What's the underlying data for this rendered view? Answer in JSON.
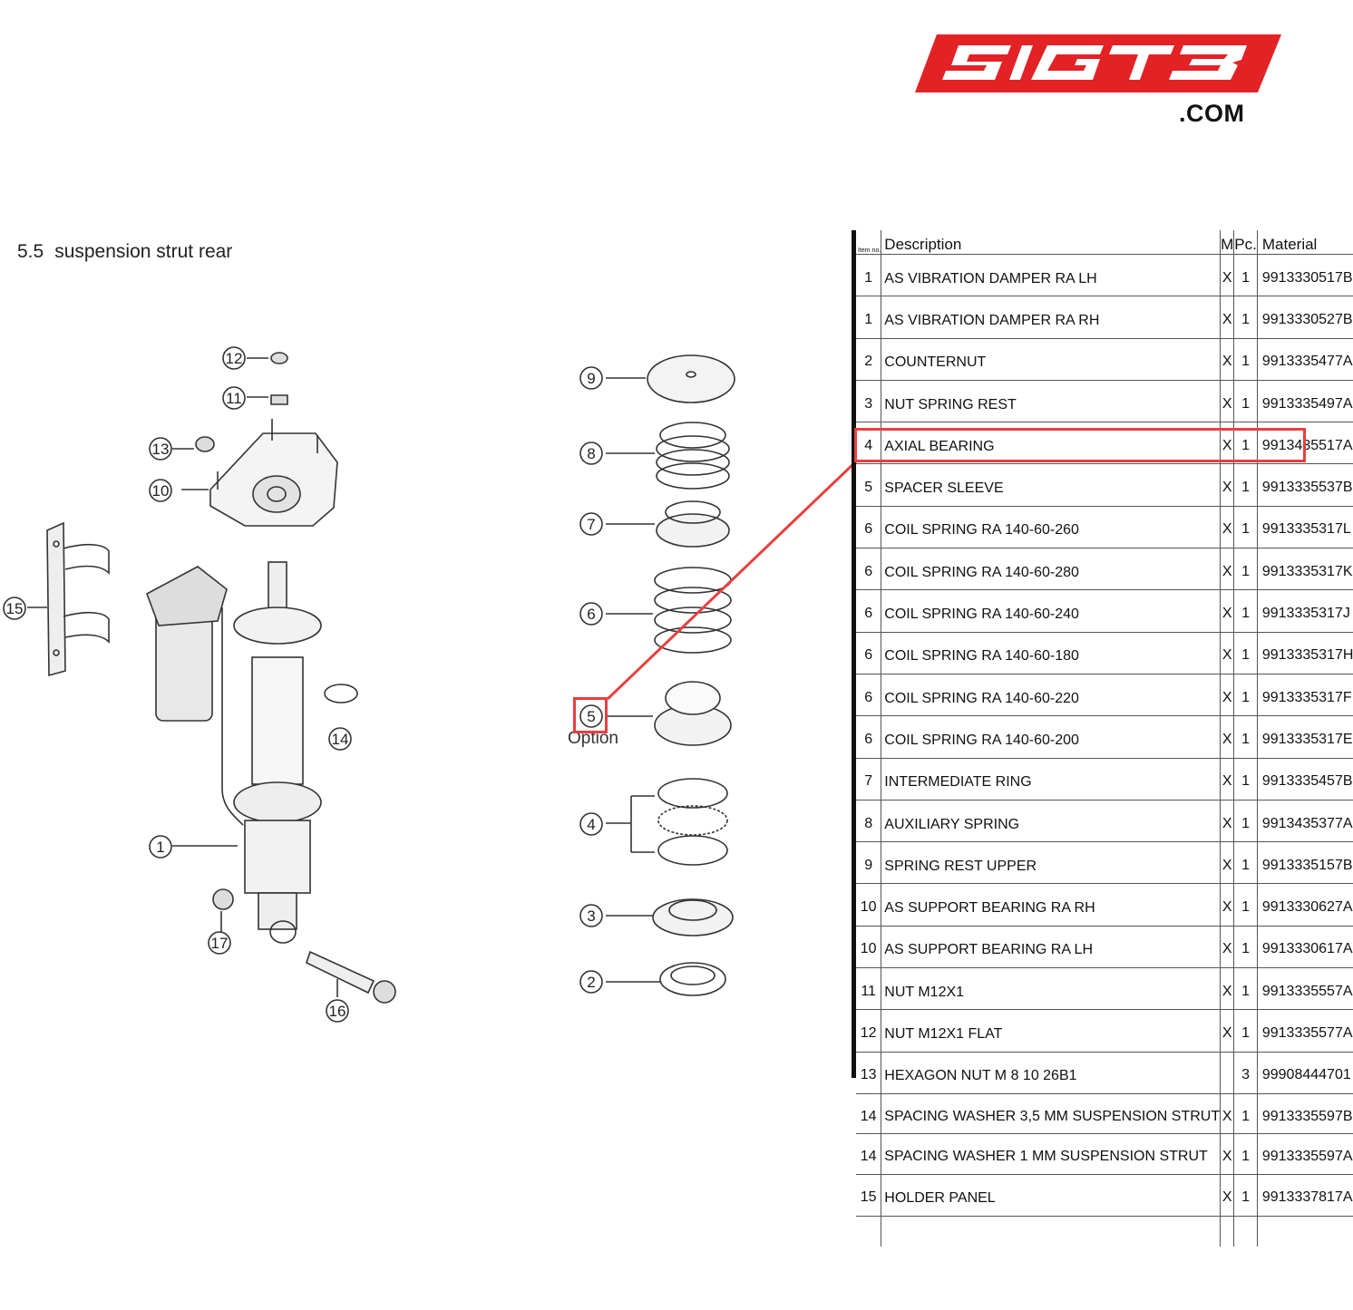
{
  "logo": {
    "brand": "5IGT3",
    "domain": ".COM",
    "brand_color": "#e32226"
  },
  "section": {
    "number": "5.5",
    "title": "suspension strut rear"
  },
  "callouts": {
    "c12": "12",
    "c11": "11",
    "c13": "13",
    "c10": "10",
    "c15": "15",
    "c14": "14",
    "c1": "1",
    "c17": "17",
    "c16": "16",
    "c9": "9",
    "c8": "8",
    "c7": "7",
    "c6": "6",
    "c5": "5",
    "c4": "4",
    "c3": "3",
    "c2": "2"
  },
  "option_label": "Option",
  "highlight_color": "#e8403f",
  "table": {
    "headers": {
      "item": "Item no.",
      "description": "Description",
      "m": "M",
      "pc": "Pc.",
      "material": "Material"
    },
    "rows": [
      {
        "item": "1",
        "description": "AS VIBRATION DAMPER RA LH",
        "m": "X",
        "pc": "1",
        "material": "9913330517B"
      },
      {
        "item": "1",
        "description": "AS VIBRATION DAMPER RA RH",
        "m": "X",
        "pc": "1",
        "material": "9913330527B"
      },
      {
        "item": "2",
        "description": "COUNTERNUT",
        "m": "X",
        "pc": "1",
        "material": "9913335477A"
      },
      {
        "item": "3",
        "description": "NUT SPRING REST",
        "m": "X",
        "pc": "1",
        "material": "9913335497A"
      },
      {
        "item": "4",
        "description": "AXIAL BEARING",
        "m": "X",
        "pc": "1",
        "material": "9913435517A"
      },
      {
        "item": "5",
        "description": "SPACER SLEEVE",
        "m": "X",
        "pc": "1",
        "material": "9913335537B"
      },
      {
        "item": "6",
        "description": "COIL SPRING RA 140-60-260",
        "m": "X",
        "pc": "1",
        "material": "9913335317L"
      },
      {
        "item": "6",
        "description": "COIL SPRING RA 140-60-280",
        "m": "X",
        "pc": "1",
        "material": "9913335317K"
      },
      {
        "item": "6",
        "description": "COIL SPRING RA 140-60-240",
        "m": "X",
        "pc": "1",
        "material": "9913335317J"
      },
      {
        "item": "6",
        "description": "COIL SPRING RA 140-60-180",
        "m": "X",
        "pc": "1",
        "material": "9913335317H"
      },
      {
        "item": "6",
        "description": "COIL SPRING RA 140-60-220",
        "m": "X",
        "pc": "1",
        "material": "9913335317F"
      },
      {
        "item": "6",
        "description": "COIL SPRING RA 140-60-200",
        "m": "X",
        "pc": "1",
        "material": "9913335317E"
      },
      {
        "item": "7",
        "description": "INTERMEDIATE RING",
        "m": "X",
        "pc": "1",
        "material": "9913335457B"
      },
      {
        "item": "8",
        "description": "AUXILIARY SPRING",
        "m": "X",
        "pc": "1",
        "material": "9913435377A"
      },
      {
        "item": "9",
        "description": "SPRING REST UPPER",
        "m": "X",
        "pc": "1",
        "material": "9913335157B"
      },
      {
        "item": "10",
        "description": "AS SUPPORT BEARING RA RH",
        "m": "X",
        "pc": "1",
        "material": "9913330627A"
      },
      {
        "item": "10",
        "description": "AS SUPPORT BEARING RA LH",
        "m": "X",
        "pc": "1",
        "material": "9913330617A"
      },
      {
        "item": "11",
        "description": "NUT M12X1",
        "m": "X",
        "pc": "1",
        "material": "9913335557A"
      },
      {
        "item": "12",
        "description": "NUT M12X1 FLAT",
        "m": "X",
        "pc": "1",
        "material": "9913335577A"
      },
      {
        "item": "13",
        "description": "HEXAGON NUT M 8 10 26B1",
        "m": "",
        "pc": "3",
        "material": "99908444701"
      },
      {
        "item": "14",
        "description": "SPACING WASHER 3,5 MM SUSPENSION STRUT",
        "m": "X",
        "pc": "1",
        "material": "9913335597B",
        "small": true
      },
      {
        "item": "14",
        "description": "SPACING WASHER 1 MM SUSPENSION STRUT",
        "m": "X",
        "pc": "1",
        "material": "9913335597A",
        "small": true
      },
      {
        "item": "15",
        "description": "HOLDER PANEL",
        "m": "X",
        "pc": "1",
        "material": "9913337817A"
      }
    ]
  }
}
